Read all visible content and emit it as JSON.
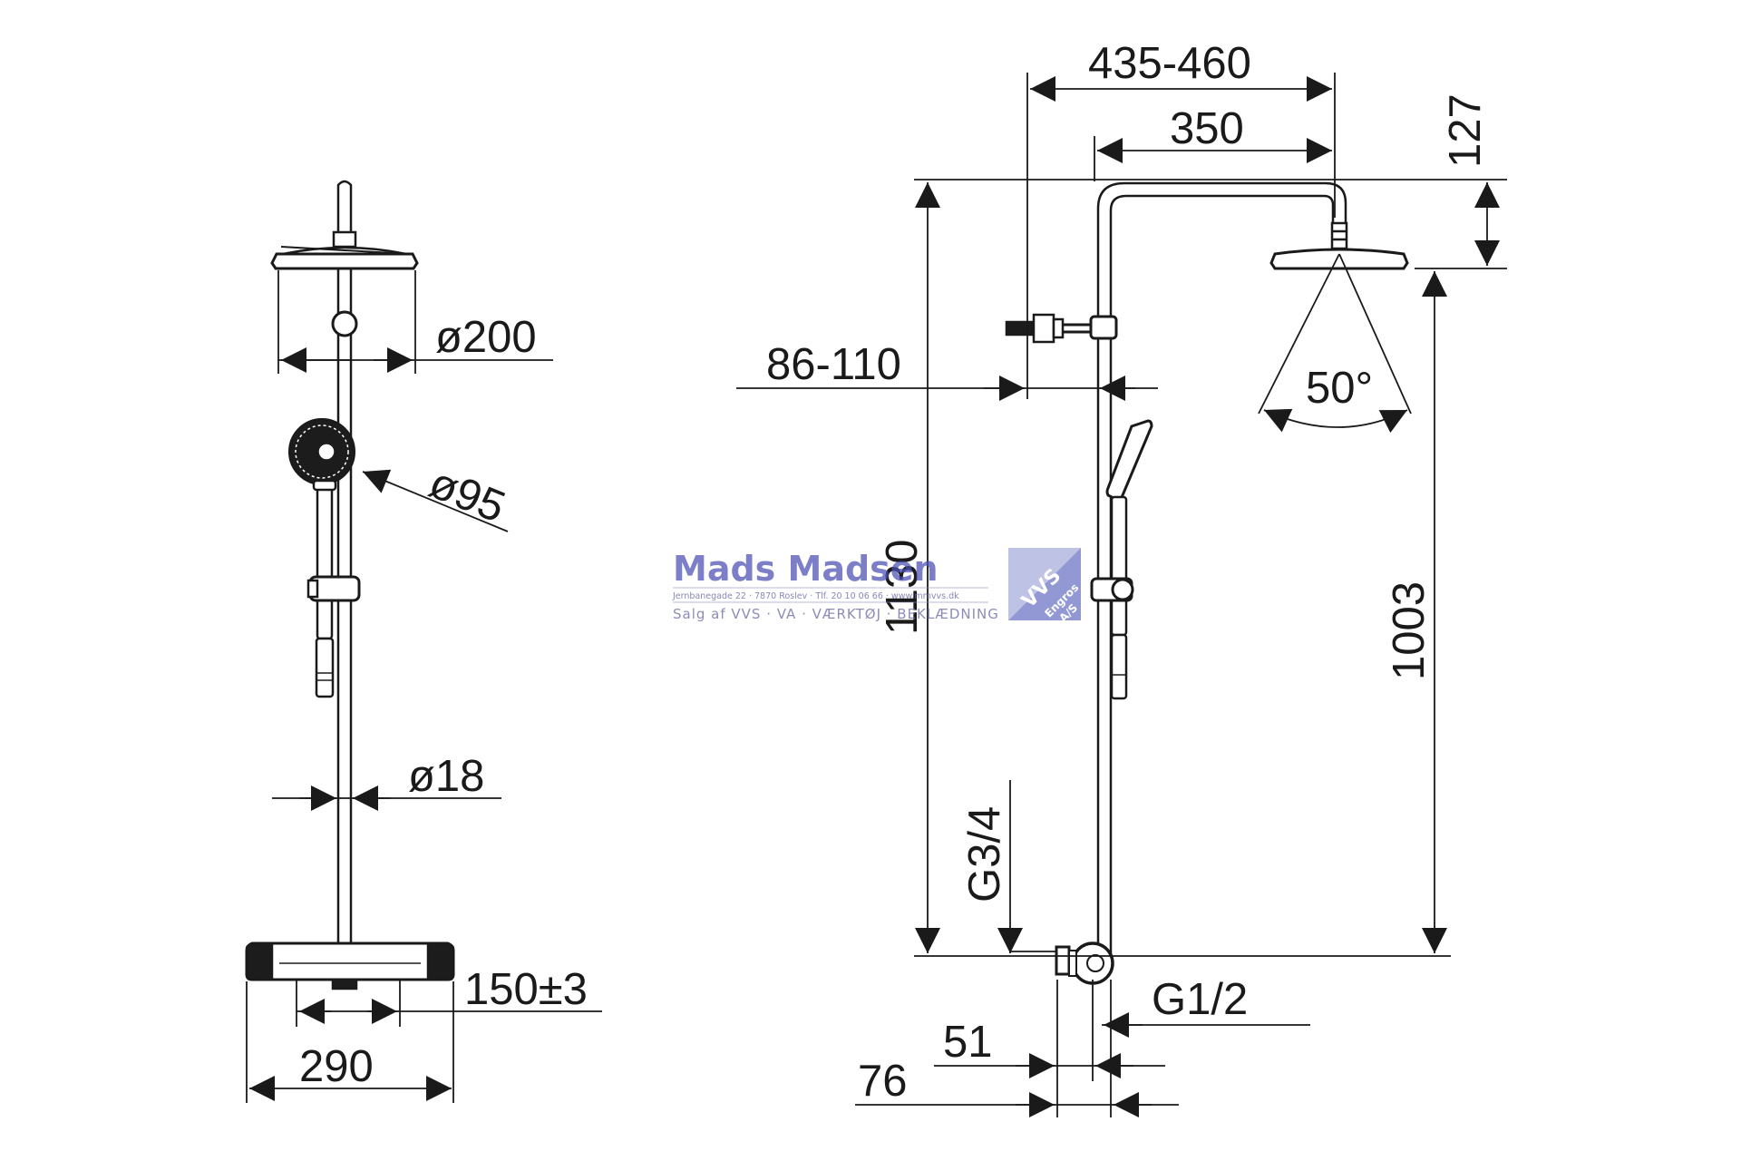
{
  "front_view": {
    "labels": {
      "head_diameter": "ø200",
      "hand_diameter": "ø95",
      "rail_diameter": "ø18",
      "valve_spacing": "150±3",
      "valve_width": "290"
    }
  },
  "side_view": {
    "labels": {
      "arm_reach": "435-460",
      "arm_length": "350",
      "head_drop": "127",
      "wall_distance": "86-110",
      "spray_angle": "50°",
      "total_height": "1130",
      "head_height": "1003",
      "outlet_thread": "G3/4",
      "inlet_thread": "G1/2",
      "depth_inner": "51",
      "depth_outer": "76"
    }
  },
  "watermark": {
    "company": "Mads Madsen",
    "address": "Jernbanegade 22 · 7870 Roslev · Tlf. 20 10 06 66 · www.mmvvs.dk",
    "tagline": "Salg af VVS · VA · VÆRKTØJ · BEKLÆDNING",
    "badge_line1": "VVS",
    "badge_line2": "Engros",
    "badge_line3": "A/S",
    "badge_color": "#7f86cc",
    "text_color": "#4a4fb3"
  }
}
